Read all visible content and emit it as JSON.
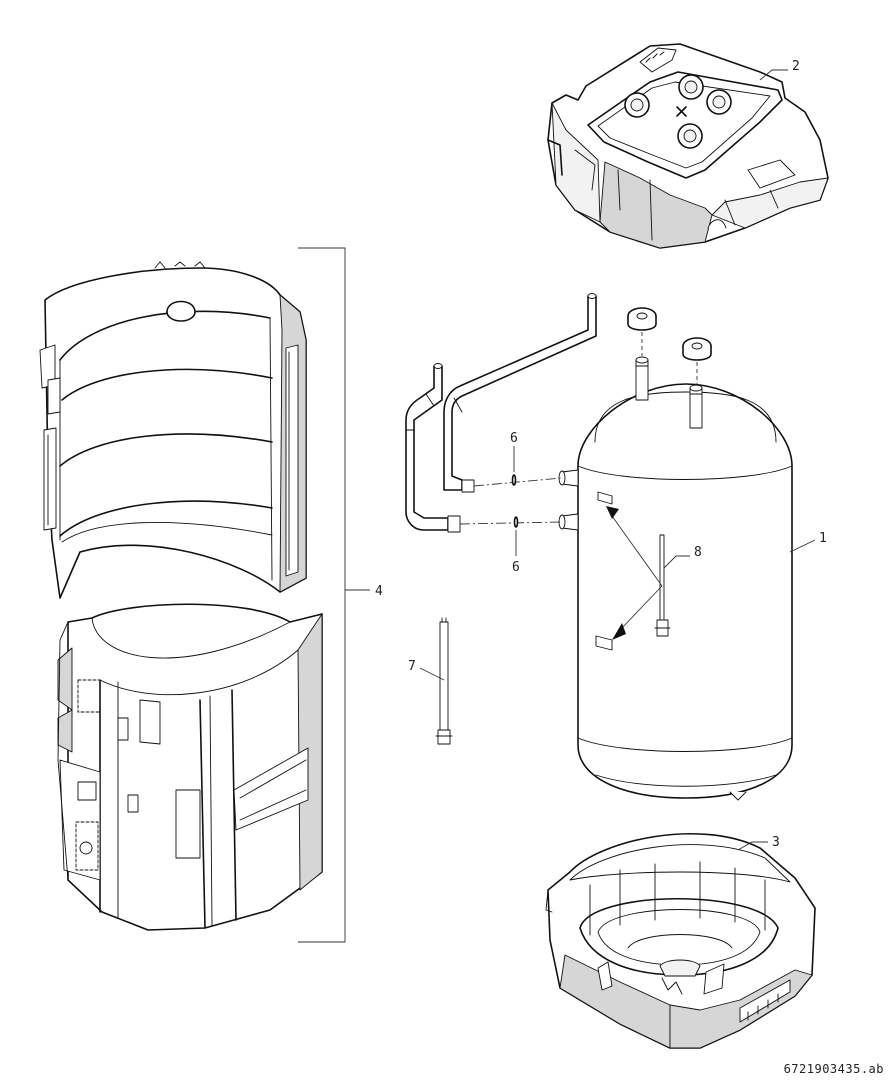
{
  "drawing": {
    "document_id": "6721903435.ab",
    "callouts": {
      "tank": "1",
      "top_cover": "2",
      "base": "3",
      "insulation_jacket": "4",
      "seal_upper": "6",
      "seal_lower": "6",
      "sensor_cable": "7",
      "sensor": "8"
    }
  }
}
